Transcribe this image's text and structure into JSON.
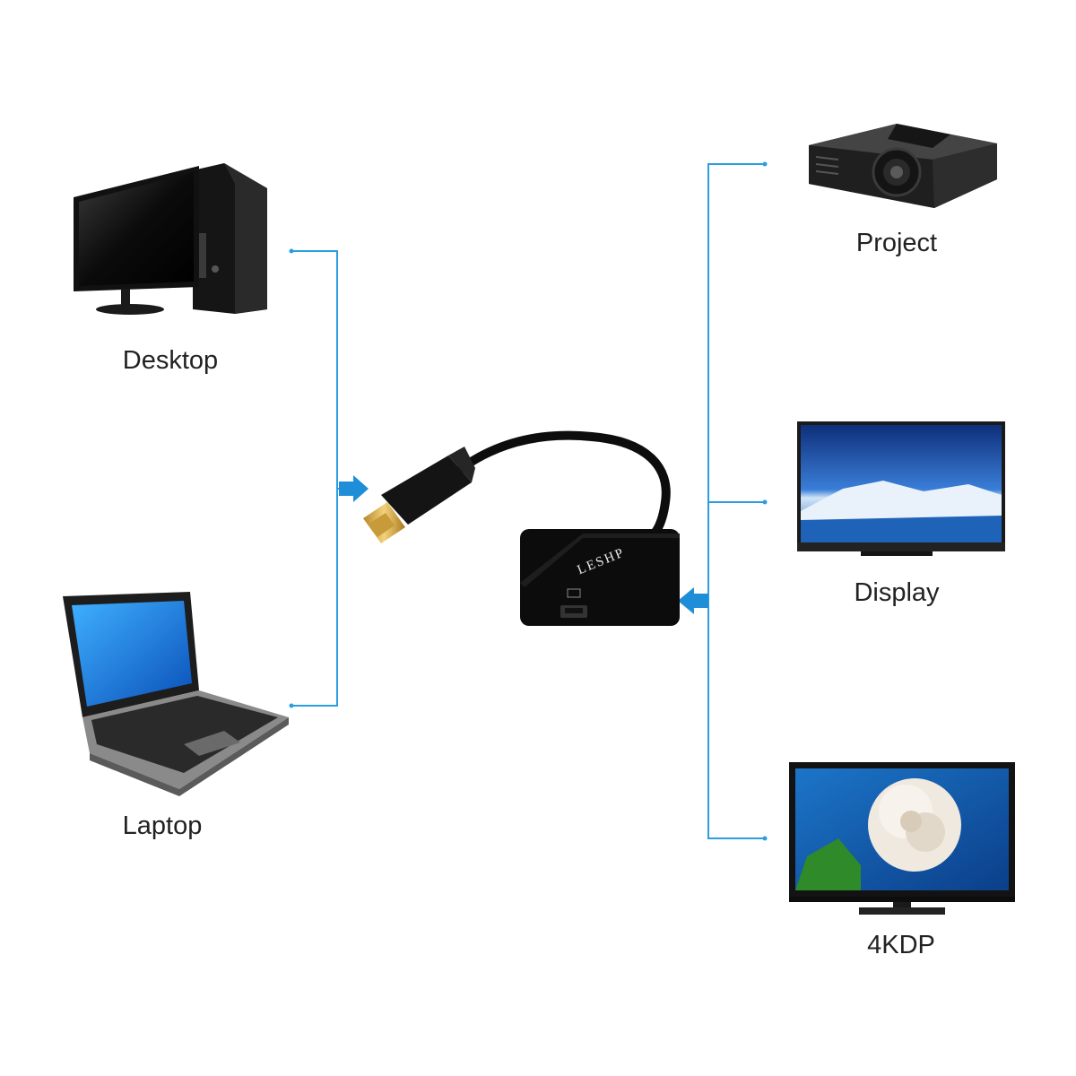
{
  "sources": [
    {
      "id": "desktop",
      "label": "Desktop",
      "icon": "desktop-computer-icon"
    },
    {
      "id": "laptop",
      "label": "Laptop",
      "icon": "laptop-icon"
    }
  ],
  "targets": [
    {
      "id": "project",
      "label": "Project",
      "icon": "projector-icon"
    },
    {
      "id": "display",
      "label": "Display",
      "icon": "display-monitor-icon"
    },
    {
      "id": "4kdp",
      "label": "4KDP",
      "icon": "4k-tv-icon"
    }
  ],
  "adapter": {
    "brand": "LESHP",
    "icon": "displayport-to-hdmi-adapter-icon"
  },
  "colors": {
    "connector_line": "#2b9ee0",
    "arrow": "#1f8ed9",
    "device": "#1a1a1a",
    "label": "#222222"
  }
}
